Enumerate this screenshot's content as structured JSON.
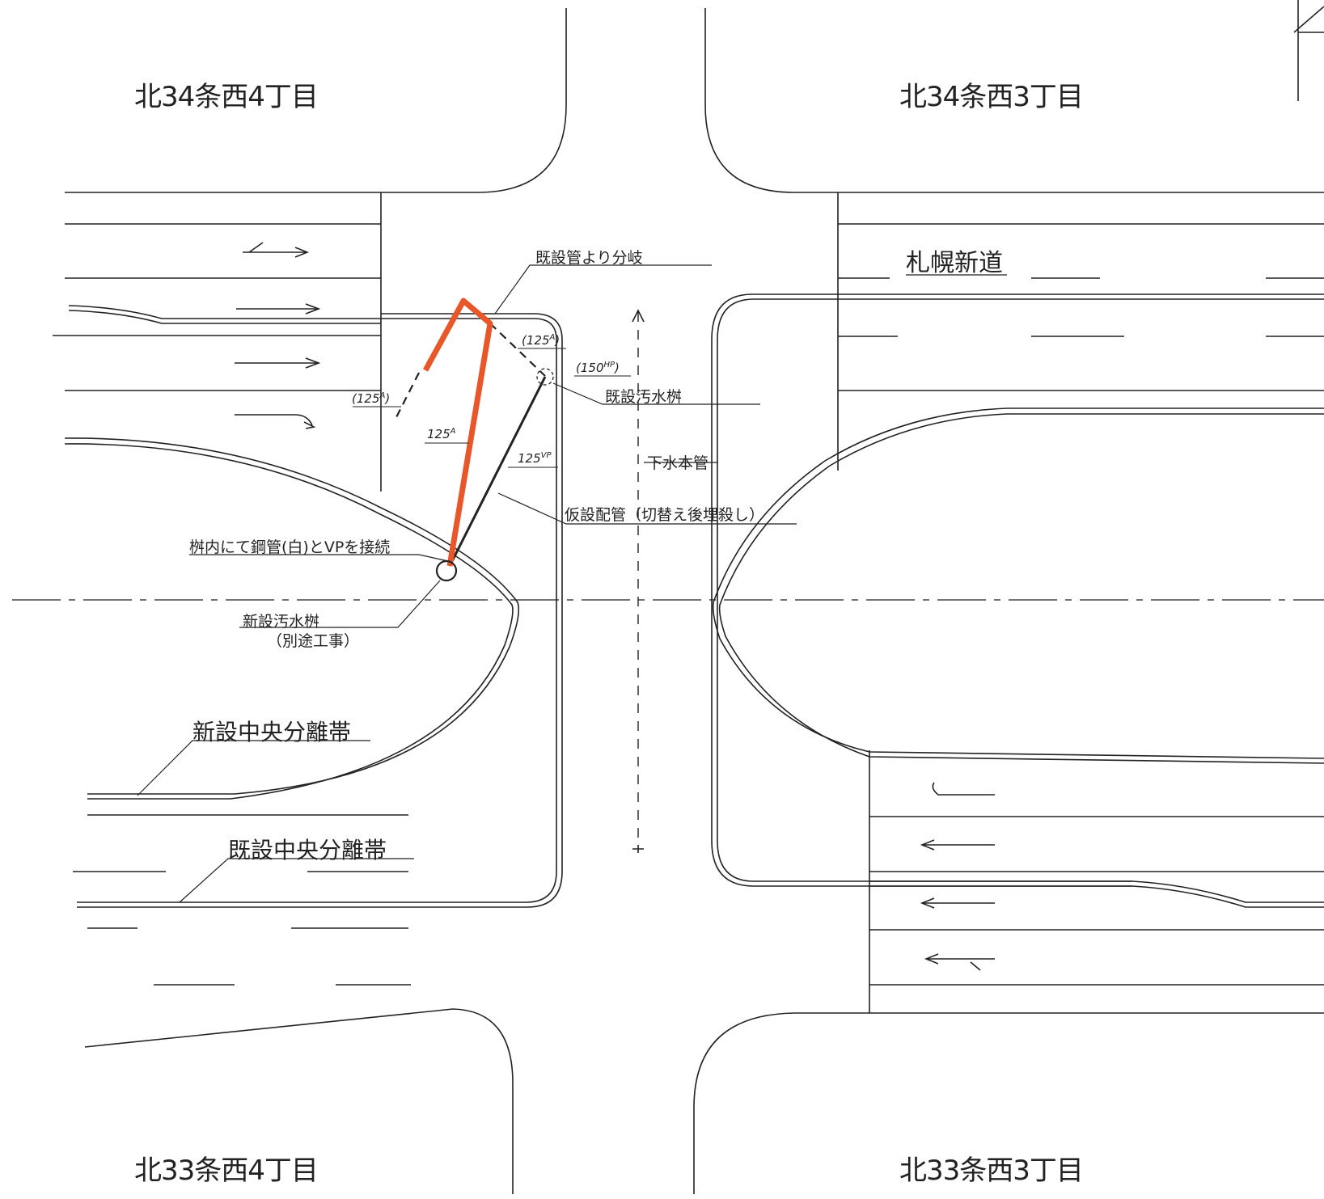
{
  "blocks": {
    "nw": "北34条西4丁目",
    "ne": "北34条西3丁目",
    "sw": "北33条西4丁目",
    "se": "北33条西3丁目"
  },
  "road_name": "札幌新道",
  "medians": {
    "new": "新設中央分離帯",
    "existing": "既設中央分離帯"
  },
  "annotations": {
    "branch": "既設管より分岐",
    "existing_manhole": "既設汚水桝",
    "main_sewer": "下水本管",
    "temporary_pipe": "仮設配管（切替え後埋殺し）",
    "connection": "桝内にて鋼管(白)とVPを接続",
    "new_manhole_line1": "新設汚水桝",
    "new_manhole_line2": "（別途工事）"
  },
  "pipe_sizes": {
    "p1": {
      "value": "(125",
      "sup": "A",
      "tail": ")"
    },
    "p2": {
      "value": "(150",
      "sup": "HP",
      "tail": ")"
    },
    "p3": {
      "value": "(125",
      "sup": "A",
      "tail": ")"
    },
    "p4": {
      "value": "125",
      "sup": "A",
      "tail": ""
    },
    "p5": {
      "value": "125",
      "sup": "VP",
      "tail": ""
    }
  },
  "colors": {
    "ink": "#222222",
    "new_pipe": "#e8572a",
    "background": "#ffffff"
  }
}
